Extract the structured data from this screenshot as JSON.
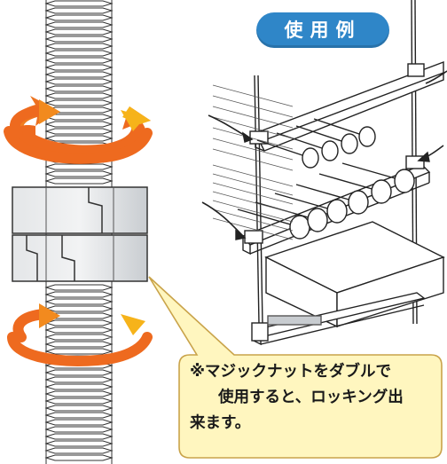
{
  "badge": {
    "label": "使用例"
  },
  "note": {
    "line1": "※マジックナットをダブルで",
    "line2": "使用すると、ロッキング出",
    "line3": "来ます。"
  },
  "colors": {
    "badge_blue": "#2f86c8",
    "arrow_orange": "#ee6a1f",
    "arrow_yellow": "#f6b31a",
    "callout_fill": "#fff6bf",
    "callout_stroke": "#c9a34a",
    "nut_gray": "#d7dadd"
  },
  "icons": [
    "rotation-arrow-icon",
    "rotation-arrow-icon"
  ]
}
